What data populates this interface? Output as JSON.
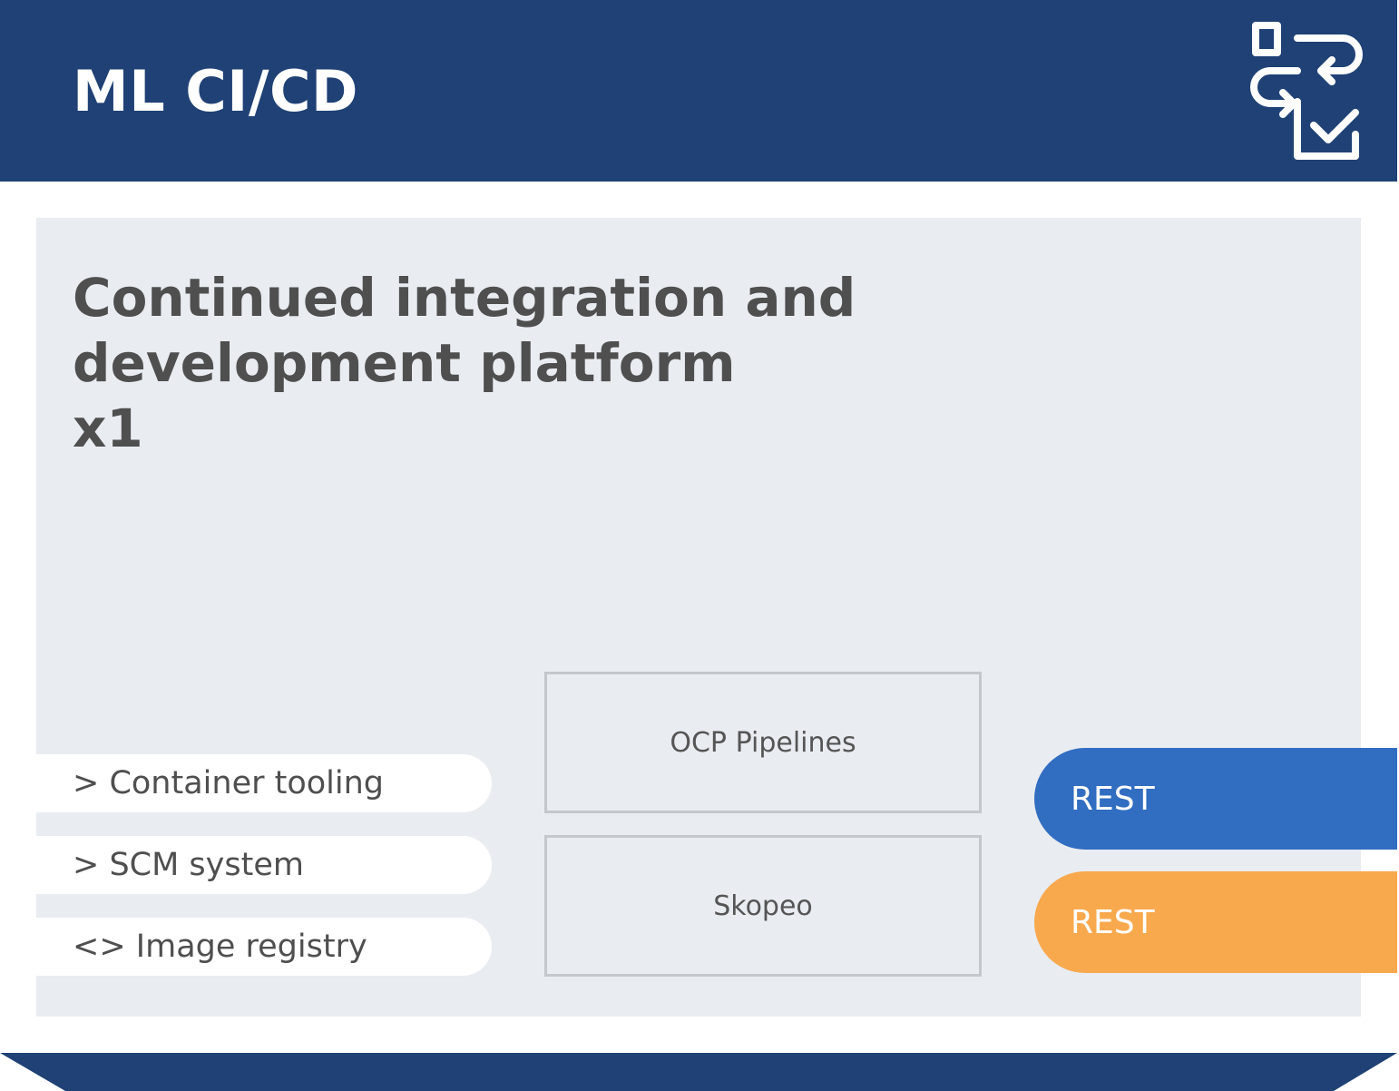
{
  "header": {
    "title": "ML CI/CD",
    "icon": "workflow-checklist-icon",
    "background": "#1f4175"
  },
  "panel": {
    "title_lines": [
      "Continued integration and",
      "development platform",
      "x1"
    ],
    "background": "#e9ecf1"
  },
  "capabilities": [
    {
      "label": "> Container tooling"
    },
    {
      "label": "> SCM system"
    },
    {
      "label": "<> Image registry"
    }
  ],
  "components": [
    {
      "label": "OCP Pipelines"
    },
    {
      "label": "Skopeo"
    }
  ],
  "apis": [
    {
      "label": "REST",
      "color": "#316dc1"
    },
    {
      "label": "REST",
      "color": "#f8a94e"
    }
  ]
}
